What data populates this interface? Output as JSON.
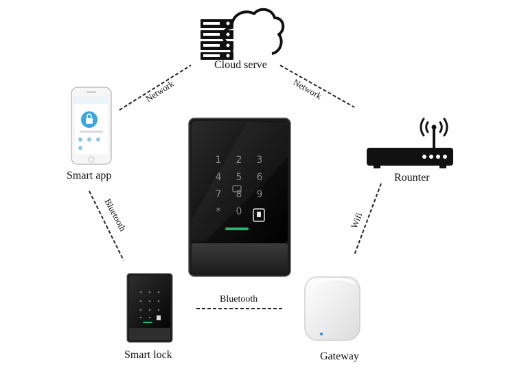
{
  "nodes": {
    "cloud": "Cloud serve",
    "app": "Smart app",
    "router": "Rounter",
    "lock": "Smart lock",
    "gateway": "Gateway"
  },
  "connections": {
    "app_cloud": "Network",
    "cloud_router": "Network",
    "app_lock": "Bluetooth",
    "lock_gateway": "Bluetooth",
    "gateway_router": "Wifi"
  },
  "keypad": {
    "keys": [
      "1",
      "2",
      "3",
      "4",
      "5",
      "6",
      "7",
      "8",
      "9",
      "*",
      "0",
      "#"
    ]
  }
}
